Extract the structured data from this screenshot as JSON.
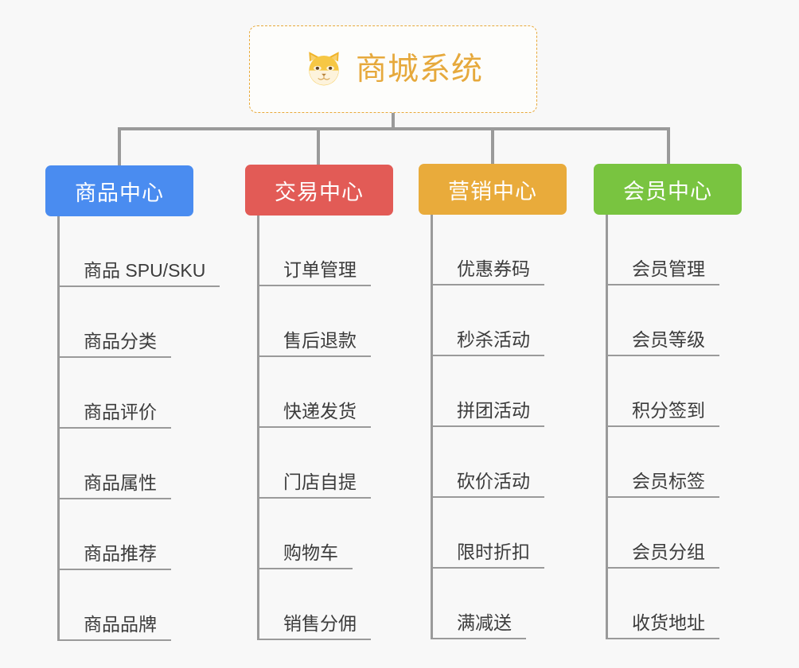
{
  "root": {
    "title": "商城系统",
    "icon": "shiba-dog-icon",
    "border_color": "#e8a93a",
    "text_color": "#e6a93c"
  },
  "connector_color": "#9a9a9a",
  "background_color": "#f8f8f8",
  "branches": [
    {
      "id": "product-center",
      "label": "商品中心",
      "color": "#4a8cf0",
      "items": [
        "商品 SPU/SKU",
        "商品分类",
        "商品评价",
        "商品属性",
        "商品推荐",
        "商品品牌"
      ]
    },
    {
      "id": "trade-center",
      "label": "交易中心",
      "color": "#e25b56",
      "items": [
        "订单管理",
        "售后退款",
        "快递发货",
        "门店自提",
        "购物车",
        "销售分佣"
      ]
    },
    {
      "id": "marketing-center",
      "label": "营销中心",
      "color": "#e9ab3b",
      "items": [
        "优惠券码",
        "秒杀活动",
        "拼团活动",
        "砍价活动",
        "限时折扣",
        "满减送"
      ]
    },
    {
      "id": "member-center",
      "label": "会员中心",
      "color": "#79c440",
      "items": [
        "会员管理",
        "会员等级",
        "积分签到",
        "会员标签",
        "会员分组",
        "收货地址"
      ]
    }
  ]
}
